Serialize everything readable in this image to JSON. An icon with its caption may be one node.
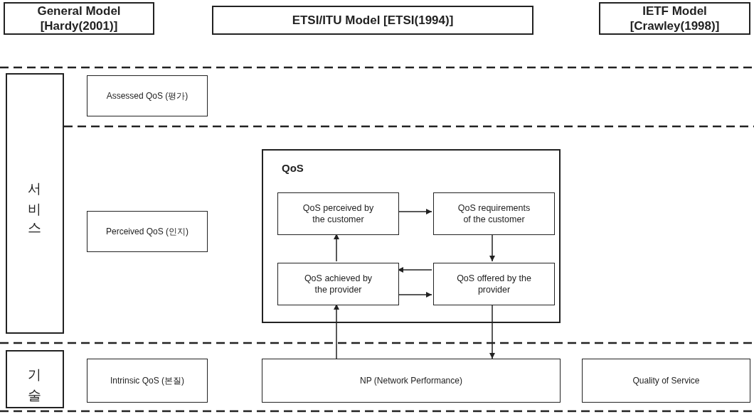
{
  "diagram": {
    "nodes": [
      {
        "text": [
          "General Model [Hardy(2001)]"
        ]
      },
      {
        "text": [
          "ETSI/ITU Model [ETSI(1994)]"
        ]
      },
      {
        "text": [
          "IETF Model [Crawley(1998)]"
        ]
      },
      {
        "text": [
          "서비스"
        ]
      },
      {
        "text": [
          "Assessed QoS (평가)"
        ]
      },
      {
        "text": [
          "Perceived QoS (인지)"
        ]
      },
      {
        "text": [
          "QoS"
        ]
      },
      {
        "text": [
          "QoS perceived by the customer"
        ],
        "in": 6
      },
      {
        "text": [
          "QoS requirements of the customer"
        ],
        "in": 6
      },
      {
        "text": [
          "QoS achieved by the provider"
        ],
        "in": 6
      },
      {
        "text": [
          "QoS offered by the provider"
        ],
        "in": 6
      },
      {
        "text": [
          "기술"
        ]
      },
      {
        "text": [
          "Intrinsic QoS (본질)"
        ]
      },
      {
        "text": [
          "NP (Network Performance)"
        ]
      },
      {
        "text": [
          "Quality of Service"
        ]
      }
    ],
    "edges": [
      {
        "from": 7,
        "to": 8,
        "arrow": "to"
      },
      {
        "from": 8,
        "to": 10,
        "arrow": "to"
      },
      {
        "from": 10,
        "to": 9,
        "arrow": "to"
      },
      {
        "from": 9,
        "to": 10,
        "arrow": "to"
      },
      {
        "from": 9,
        "to": 7,
        "arrow": "to"
      },
      {
        "from": 13,
        "to": 9,
        "arrow": "to"
      },
      {
        "from": 10,
        "to": 13,
        "arrow": "to"
      }
    ]
  }
}
